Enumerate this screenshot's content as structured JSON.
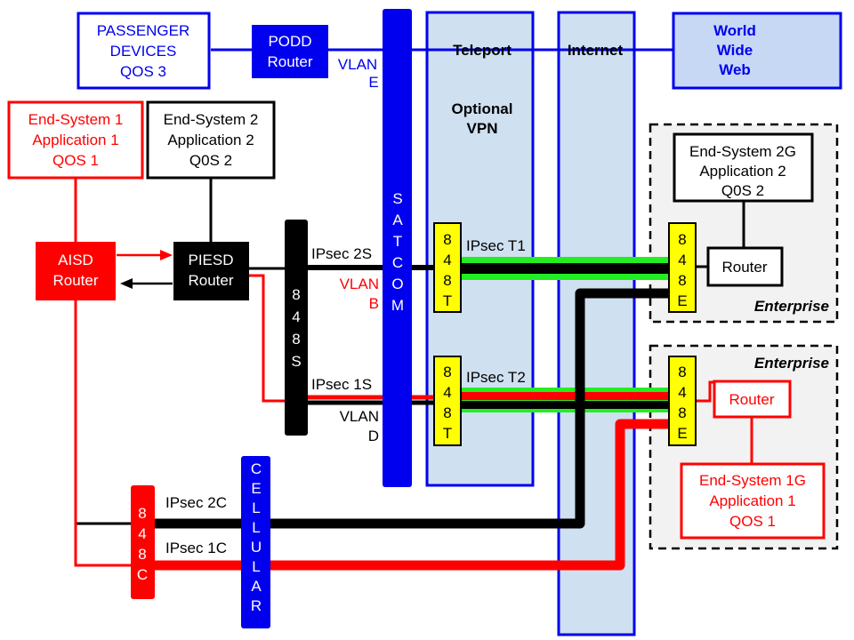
{
  "colors": {
    "blue": "#0000ee",
    "red": "#ff0000",
    "black": "#000000",
    "green": "#22ee22",
    "yellow": "#ffff00",
    "teleport_fill": "#cfe0f0",
    "www_fill": "#c6d8f4",
    "enterprise_fill": "#f2f2f2"
  },
  "passenger_devices": [
    "PASSENGER",
    "DEVICES",
    "QOS 3"
  ],
  "podd_router": [
    "PODD",
    "Router"
  ],
  "vlan_e": [
    "VLAN",
    "E"
  ],
  "satcom": [
    "S",
    "A",
    "T",
    "C",
    "O",
    "M"
  ],
  "teleport": {
    "title": "Teleport",
    "vpn": [
      "Optional",
      "VPN"
    ]
  },
  "internet": "Internet",
  "www": [
    "World",
    "Wide",
    "Web"
  ],
  "end_system_1": [
    "End-System 1",
    "Application 1",
    "QOS 1"
  ],
  "end_system_2": [
    "End-System 2",
    "Application 2",
    "Q0S 2"
  ],
  "aisd_router": [
    "AISD",
    "Router"
  ],
  "piesd_router": [
    "PIESD",
    "Router"
  ],
  "node_848s": [
    "8",
    "4",
    "8",
    "S"
  ],
  "node_848t_top": [
    "8",
    "4",
    "8",
    "T"
  ],
  "node_848t_bottom": [
    "8",
    "4",
    "8",
    "T"
  ],
  "node_848e_top": [
    "8",
    "4",
    "8",
    "E"
  ],
  "node_848e_bottom": [
    "8",
    "4",
    "8",
    "E"
  ],
  "node_848c": [
    "8",
    "4",
    "8",
    "C"
  ],
  "cellular": [
    "C",
    "E",
    "L",
    "L",
    "U",
    "L",
    "A",
    "R"
  ],
  "links": {
    "ipsec_2s": "IPsec 2S",
    "vlan_b": [
      "VLAN",
      "B"
    ],
    "ipsec_1s": "IPsec 1S",
    "vlan_d": [
      "VLAN",
      "D"
    ],
    "ipsec_t1": "IPsec T1",
    "ipsec_t2": "IPsec T2",
    "ipsec_2c": "IPsec 2C",
    "ipsec_1c": "IPsec 1C"
  },
  "enterprise_top": {
    "label": "Enterprise",
    "end_system": [
      "End-System 2G",
      "Application 2",
      "Q0S 2"
    ],
    "router": "Router"
  },
  "enterprise_bottom": {
    "label": "Enterprise",
    "router": "Router",
    "end_system": [
      "End-System 1G",
      "Application 1",
      "QOS 1"
    ]
  }
}
